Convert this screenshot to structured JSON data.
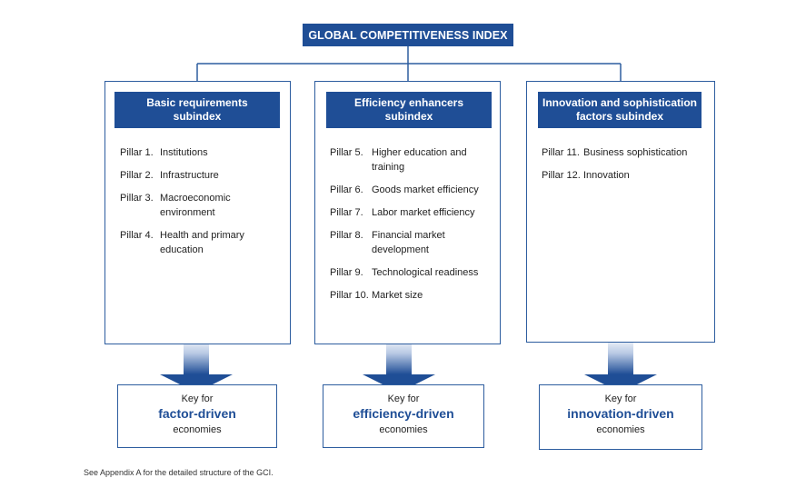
{
  "title": "GLOBAL COMPETITIVENESS INDEX",
  "subindexes": [
    {
      "heading_line1": "Basic requirements",
      "heading_line2": "subindex",
      "pillars": [
        {
          "num": "Pillar 1.",
          "name": "Institutions"
        },
        {
          "num": "Pillar 2.",
          "name": "Infrastructure"
        },
        {
          "num": "Pillar 3.",
          "name": "Macroeconomic environment"
        },
        {
          "num": "Pillar 4.",
          "name": "Health and primary education"
        }
      ],
      "key": {
        "line1": "Key for",
        "line2": "factor-driven",
        "line3": "economies"
      }
    },
    {
      "heading_line1": "Efficiency enhancers",
      "heading_line2": "subindex",
      "pillars": [
        {
          "num": "Pillar 5.",
          "name": "Higher education and training"
        },
        {
          "num": "Pillar 6.",
          "name": "Goods market efficiency"
        },
        {
          "num": "Pillar 7.",
          "name": "Labor market efficiency"
        },
        {
          "num": "Pillar 8.",
          "name": "Financial market development"
        },
        {
          "num": "Pillar 9.",
          "name": "Technological readiness"
        },
        {
          "num": "Pillar 10.",
          "name": "Market size"
        }
      ],
      "key": {
        "line1": "Key for",
        "line2": "efficiency-driven",
        "line3": "economies"
      }
    },
    {
      "heading_line1": "Innovation and sophistication",
      "heading_line2": "factors subindex",
      "pillars": [
        {
          "num": "Pillar 11.",
          "name": "Business sophistication"
        },
        {
          "num": "Pillar 12.",
          "name": "Innovation"
        }
      ],
      "key": {
        "line1": "Key for",
        "line2": "innovation-driven",
        "line3": "economies"
      }
    }
  ],
  "footnote": "See Appendix A for the detailed structure of the GCI.",
  "colors": {
    "primary": "#1f4e96",
    "border": "#2d5d9f"
  }
}
